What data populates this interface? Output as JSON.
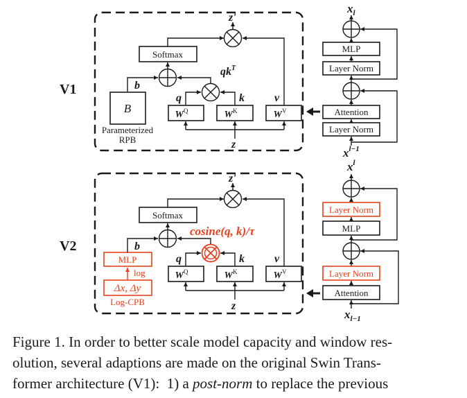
{
  "colors": {
    "ink": "#1a1a1a",
    "highlight": "#e8401c"
  },
  "v1": {
    "label": "V1",
    "softmax": "Softmax",
    "z_out": "z'",
    "qkT": "qk",
    "qkT_sup": "T",
    "b": "b",
    "q": "q",
    "k": "k",
    "v": "v",
    "B": "B",
    "rpb_line1": "Parameterized",
    "rpb_line2": "RPB",
    "wq": "W",
    "wq_sup": "Q",
    "wk": "W",
    "wk_sup": "K",
    "wv": "W",
    "wv_sup": "V",
    "z_in": "z",
    "block": {
      "top_out": "x",
      "top_out_sub": "l",
      "mlp": "MLP",
      "ln_upper": "Layer Norm",
      "attention": "Attention",
      "ln_lower": "Layer Norm",
      "bottom_in": "x",
      "bottom_in_sup": "l−1"
    }
  },
  "v2": {
    "label": "V2",
    "softmax": "Softmax",
    "z_out": "z'",
    "cosine": "cosine(q, k)/τ",
    "b": "b",
    "q": "q",
    "k": "k",
    "v": "v",
    "mlp": "MLP",
    "log": "log",
    "delta": "Δx, Δy",
    "cpb": "Log-CPB",
    "wq": "W",
    "wq_sup": "Q",
    "wk": "W",
    "wk_sup": "K",
    "wv": "W",
    "wv_sup": "V",
    "z_in": "z",
    "block": {
      "top_out": "x",
      "top_out_sup": "l",
      "ln_upper": "Layer Norm",
      "mlp": "MLP",
      "ln_lower": "Layer Norm",
      "attention": "Attention",
      "bottom_in": "x",
      "bottom_in_sub": "l−1"
    }
  },
  "caption": {
    "line1": "Figure 1. In order to better scale model capacity and window res-",
    "line2": "olution, several adaptions are made on the original Swin Trans-",
    "line3_pre": "former architecture (V1):  1) a ",
    "line3_em": "post-norm",
    "line3_post": " to replace the previous"
  }
}
